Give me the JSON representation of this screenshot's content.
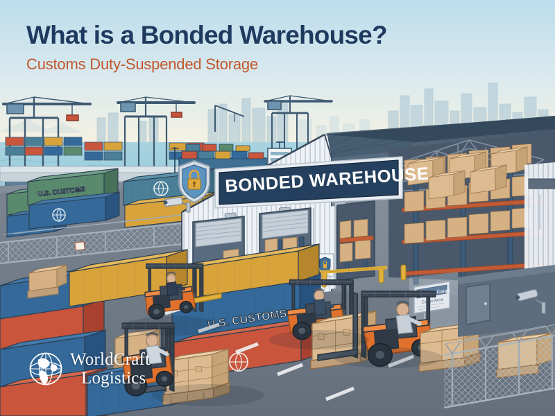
{
  "header": {
    "title": "What is a Bonded Warehouse?",
    "subtitle": "Customs Duty-Suspended Storage",
    "title_color": "#1e3a5f",
    "subtitle_color": "#c2572a"
  },
  "brand": {
    "line1": "WorldCraft",
    "line2": "Logistics",
    "icon": "globe-icon",
    "color": "#ffffff"
  },
  "scene": {
    "type": "illustration",
    "description": "Isometric port logistics scene with bonded warehouse",
    "sky_top": "#bcdcec",
    "sky_bottom": "#f6f2e2",
    "water": "#9fcfdd",
    "ground": "#6d7885",
    "signs": {
      "warehouse_sign": "BONDED WAREHOUSE",
      "warehouse_sign_bg": "#24405e",
      "warehouse_sign_text": "#ffffff",
      "container_label_left": "U.S. CUSTOMS",
      "container_label_front": "U.S. CUSTOMS",
      "cargo_sign_title": "Bonded Cargo",
      "cargo_sign_body": "Cargo Area"
    },
    "elements": {
      "forklift_count": 4,
      "forklift_color": "#e0712c",
      "loading_bay_doors": 3,
      "port_cranes": 3,
      "container_ship": 1,
      "security_cameras": 2,
      "shield_lock_emblems": 2
    },
    "container_colors": [
      "#4a7f97",
      "#c8553c",
      "#d8a33a",
      "#5a8a6e",
      "#34699a",
      "#b5532f"
    ]
  }
}
